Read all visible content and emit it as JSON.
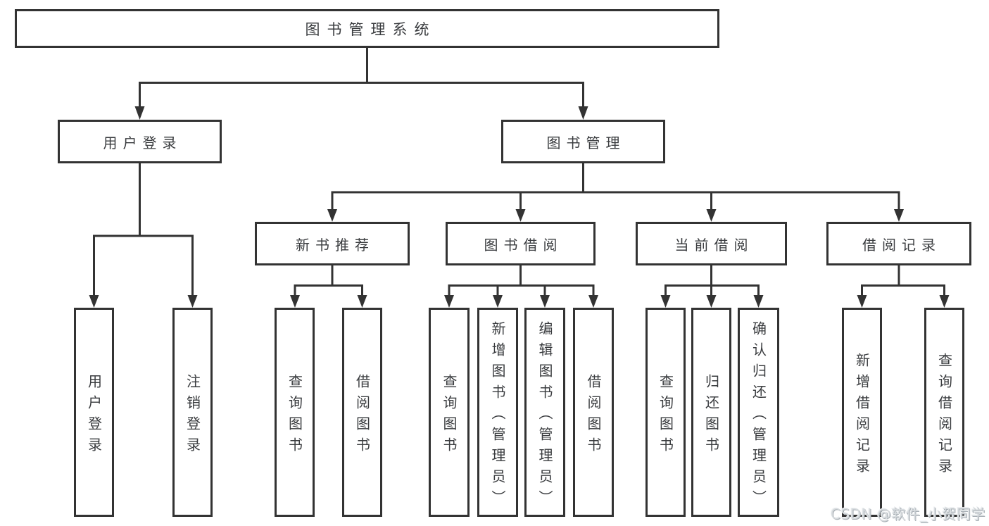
{
  "nodes": {
    "root": "图书管理系统",
    "branches": [
      {
        "label": "用户登录",
        "children": [
          "用户登录",
          "注销登录"
        ]
      },
      {
        "label": "图书管理",
        "groups": [
          {
            "label": "新书推荐",
            "children": [
              "查询图书",
              "借阅图书"
            ]
          },
          {
            "label": "图书借阅",
            "children": [
              "查询图书",
              "新增图书（管理员）",
              "编辑图书（管理员）",
              "借阅图书"
            ]
          },
          {
            "label": "当前借阅",
            "children": [
              "查询图书",
              "归还图书",
              "确认归还（管理员）"
            ]
          },
          {
            "label": "借阅记录",
            "children": [
              "新增借阅记录",
              "查询借阅记录"
            ]
          }
        ]
      }
    ]
  },
  "watermark": "CSDN @软件_小贺同学",
  "colors": {
    "line": "#333333",
    "text": "#3a3c3f",
    "background": "#ffffff",
    "watermark": "#d6dadd"
  }
}
